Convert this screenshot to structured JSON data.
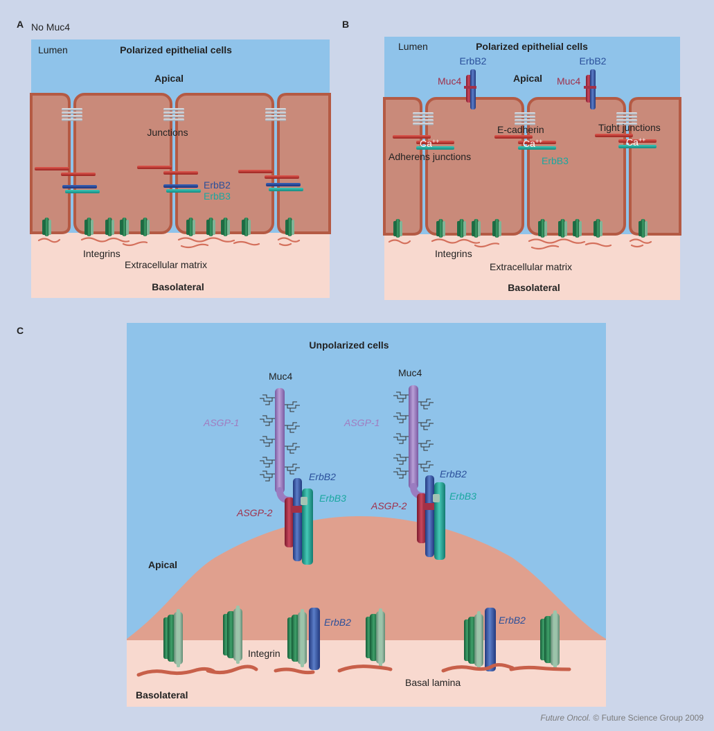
{
  "panelA": {
    "letter": "A",
    "subtitle": "No Muc4",
    "lumen": "Lumen",
    "title": "Polarized epithelial cells",
    "apical": "Apical",
    "junctions": "Junctions",
    "erbb2": "ErbB2",
    "erbb3": "ErbB3",
    "integrins": "Integrins",
    "ecm": "Extracellular matrix",
    "basolateral": "Basolateral"
  },
  "panelB": {
    "letter": "B",
    "lumen": "Lumen",
    "title": "Polarized epithelial cells",
    "apical": "Apical",
    "erbb2": "ErbB2",
    "muc4": "Muc4",
    "adherens": "Adherens junctions",
    "ecadherin": "E-cadherin",
    "tight": "Tight junctions",
    "ca": "Ca",
    "ca_sup": "++",
    "erbb3": "ErbB3",
    "integrins": "Integrins",
    "ecm": "Extracellular matrix",
    "basolateral": "Basolateral"
  },
  "panelC": {
    "letter": "C",
    "title": "Unpolarized cells",
    "muc4": "Muc4",
    "asgp1": "ASGP-1",
    "asgp2": "ASGP-2",
    "erbb2": "ErbB2",
    "erbb3": "ErbB3",
    "apical": "Apical",
    "integrin": "Integrin",
    "basal_lamina": "Basal lamina",
    "basolateral": "Basolateral"
  },
  "credit": {
    "journal": "Future Oncol.",
    "rest": " © Future Science Group 2009"
  },
  "colors": {
    "lumen": "#8fc3ea",
    "cell": "#c98a7a",
    "cell_border": "#b45a44",
    "matrix": "#f8d9cf",
    "erbb2": "#3f5fa8",
    "erbb3": "#22a89c",
    "muc4": "#a33046",
    "asgp1": "#9a7cc0",
    "integrin": "#2e8a5a"
  }
}
